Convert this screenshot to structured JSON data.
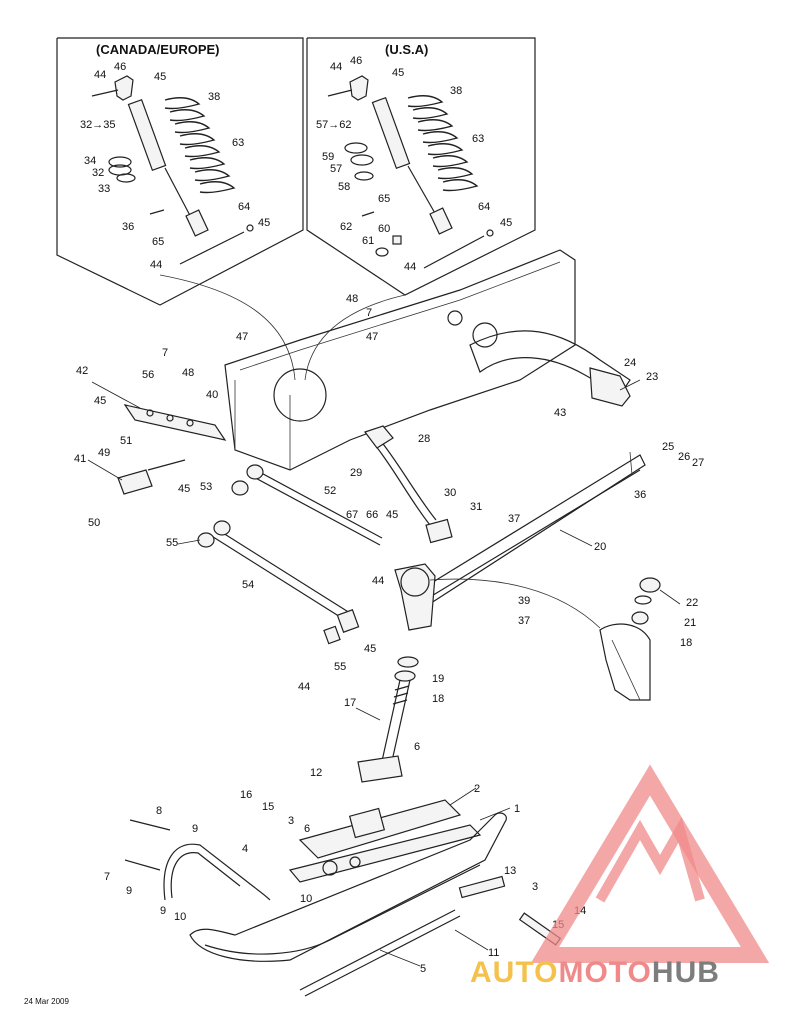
{
  "insets": [
    {
      "title": "(CANADA/EUROPE)"
    },
    {
      "title": "(U.S.A)"
    }
  ],
  "callouts": {
    "inset_left": [
      "44",
      "46",
      "45",
      "38",
      "32→35",
      "63",
      "34",
      "32",
      "33",
      "36",
      "65",
      "64",
      "45",
      "44"
    ],
    "inset_right": [
      "44",
      "46",
      "45",
      "38",
      "57→62",
      "63",
      "59",
      "57",
      "58",
      "65",
      "62",
      "60",
      "61",
      "64",
      "45",
      "44"
    ],
    "main": [
      "48",
      "7",
      "47",
      "7",
      "47",
      "48",
      "42",
      "56",
      "40",
      "45",
      "51",
      "49",
      "41",
      "50",
      "45",
      "53",
      "52",
      "55",
      "54",
      "44",
      "55",
      "45",
      "24",
      "23",
      "43",
      "28",
      "29",
      "30",
      "31",
      "37",
      "25",
      "26",
      "27",
      "36",
      "20",
      "67",
      "66",
      "45",
      "44",
      "39",
      "37",
      "22",
      "21",
      "18",
      "19",
      "18",
      "17",
      "6",
      "16",
      "15",
      "3",
      "12",
      "2",
      "1",
      "6",
      "8",
      "9",
      "4",
      "7",
      "9",
      "9",
      "10",
      "10",
      "13",
      "3",
      "15",
      "14",
      "11",
      "5"
    ]
  },
  "watermark": {
    "brand": "AUTOMOTOHUB",
    "part1": "AUTO",
    "part2": "MOTO",
    "part3": "HUB",
    "color_a": "#f08a8a",
    "color_b": "#f5c14d",
    "color_c": "#7d7d7d"
  },
  "footer": {
    "date": "24 Mar 2009"
  }
}
